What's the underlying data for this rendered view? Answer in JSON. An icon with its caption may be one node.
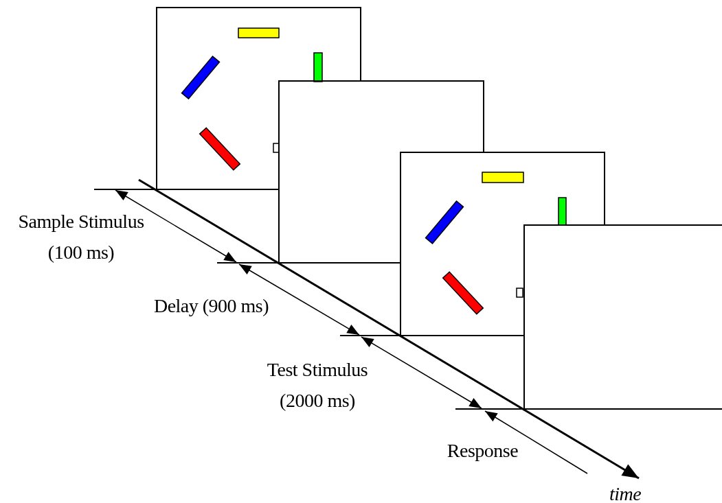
{
  "diagram": {
    "nodes": [
      {
        "text": [],
        "shape": "box",
        "beside": [
          "Sample Stimulus (100 ms)"
        ]
      },
      {
        "text": [],
        "shape": "box",
        "beside": [
          "Delay (900 ms)"
        ]
      },
      {
        "text": [],
        "shape": "box",
        "beside": [
          "Test Stimulus (2000 ms)"
        ]
      },
      {
        "text": [],
        "shape": "box",
        "beside": [
          "Response"
        ]
      }
    ],
    "labels": [
      "time"
    ]
  }
}
